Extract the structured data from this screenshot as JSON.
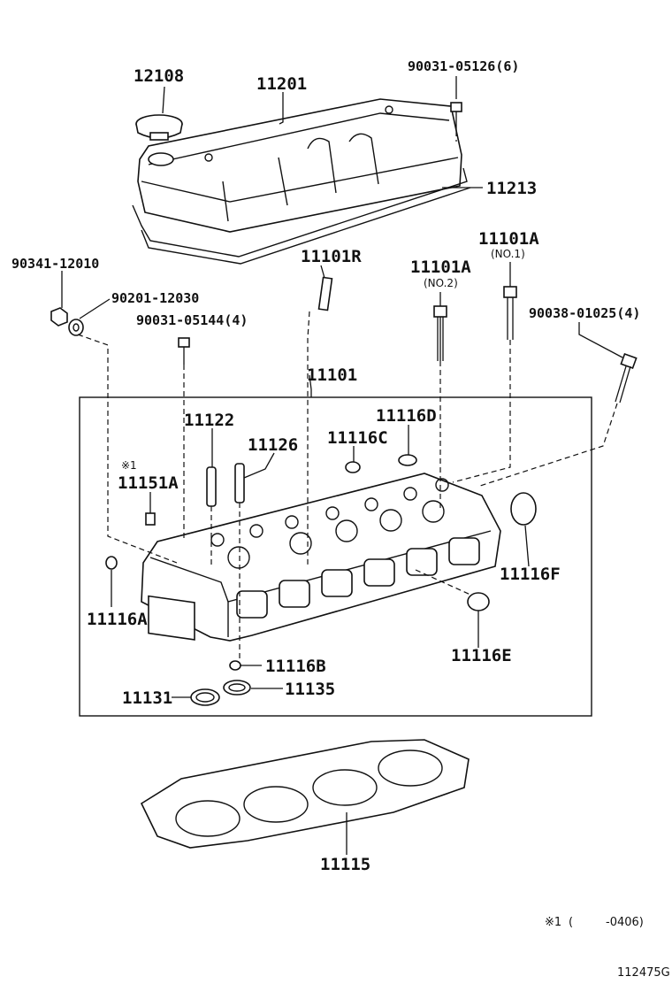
{
  "labels": {
    "p12108": "12108",
    "p11201": "11201",
    "p90031_05126": "90031-05126(6)",
    "p11213": "11213",
    "p90341_12010": "90341-12010",
    "p90201_12030": "90201-12030",
    "p90031_05144": "90031-05144(4)",
    "p11101R": "11101R",
    "p11101A_no2": "11101A",
    "p11101A_no2_sub": "(NO.2)",
    "p11101A_no1": "11101A",
    "p11101A_no1_sub": "(NO.1)",
    "p90038_01025": "90038-01025(4)",
    "p11101": "11101",
    "p11122": "11122",
    "p11126": "11126",
    "p11116C": "11116C",
    "p11116D": "11116D",
    "p11151A_mark": "※1",
    "p11151A": "11151A",
    "p11116F": "11116F",
    "p11116A": "11116A",
    "p11116E": "11116E",
    "p11116B": "11116B",
    "p11131": "11131",
    "p11135": "11135",
    "p11115": "11115"
  },
  "footnote": {
    "mark": "※1",
    "open": "(",
    "range": "-0406)"
  },
  "figure_code": "112475G"
}
